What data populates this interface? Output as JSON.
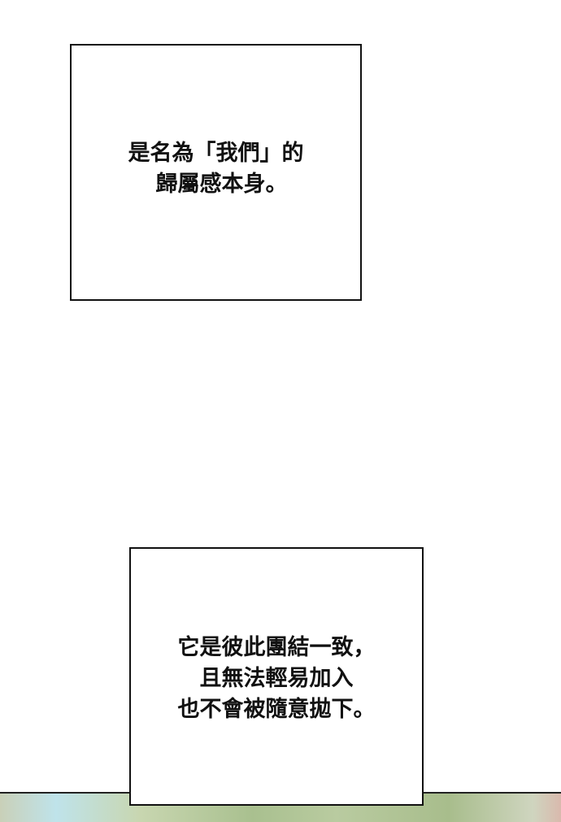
{
  "panels": [
    {
      "lines": [
        "是名為「我們」的",
        "歸屬感本身。"
      ]
    },
    {
      "lines": [
        "它是彼此團結一致，",
        "　且無法輕易加入",
        "也不會被隨意拋下。"
      ]
    }
  ]
}
